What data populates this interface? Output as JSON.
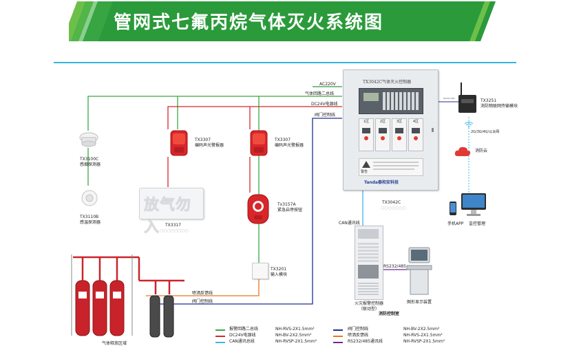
{
  "header": {
    "title": "管网式七氟丙烷气体灭火系统图"
  },
  "colors": {
    "banner_green": "#2a9a3a",
    "banner_light": "#6cc04a",
    "green_line": "#39a845",
    "red_line": "#d6262c",
    "cyan_line": "#3bb6e2",
    "blue_line": "#1d2f8f",
    "orange_line": "#e87722",
    "purple_line": "#6b2b8e",
    "rule": "#34b6e0"
  },
  "panel": {
    "name": "TX3042C气体灭火控制器",
    "zones": [
      "1区",
      "2区",
      "3区",
      "4区"
    ],
    "brand": "Tanda泰和安科技",
    "warning": "警告",
    "caption": "TX3042C"
  },
  "bus_labels": {
    "ac": "AC220V",
    "gas_bus": "气体回路二总线",
    "dc24": "DC24V电源线",
    "valve": "阀门控制线",
    "can": "CAN通讯线",
    "rs": "RS232/485",
    "feedback": "喷洒反馈线",
    "valve2": "阀门控制线"
  },
  "devices": {
    "smoke": {
      "model": "TX3100C",
      "name": "感烟探测器"
    },
    "heat": {
      "model": "TX3110B",
      "name": "感温探测器"
    },
    "alarm1": {
      "model": "TX3307",
      "name": "编码声光警报器"
    },
    "alarm2": {
      "model": "TX3307",
      "name": "编码声光警报器"
    },
    "sign": {
      "text": "放气勿入",
      "model": "TX3317"
    },
    "button": {
      "model": "Tx3157A",
      "name": "紧急启停按钮"
    },
    "input": {
      "model": "TX3201",
      "name": "输入模块"
    },
    "gateway": {
      "model": "TX3251",
      "name": "消防物联网传输模块"
    },
    "network": "2G/3G/4G/以太网",
    "cloud": "消防云",
    "app": "手机APP",
    "monitor": "监控管理",
    "fire_cab": {
      "line1": "火灾报警控制器",
      "line2": "（联动型）"
    },
    "display": "图形显示装置",
    "control_room": "消防控制室",
    "release_zone": "气体释放区域"
  },
  "legend": [
    {
      "name": "报警回路二总线",
      "cable": "NH-RVS-2X1.5mm²",
      "color": "green_line"
    },
    {
      "name": "DC24V电源线",
      "cable": "NH-BV-2X2.5mm²",
      "color": "red_line"
    },
    {
      "name": "CAN通讯总线",
      "cable": "NH-RVSP-2X1.5mm²",
      "color": "cyan_line"
    },
    {
      "name": "阀门控制线",
      "cable": "NH-BV-2X2.5mm²",
      "color": "blue_line"
    },
    {
      "name": "喷洒反馈线",
      "cable": "NH-RVS-2X1.5mm²",
      "color": "orange_line"
    },
    {
      "name": "RS232/485通讯线",
      "cable": "NH-RVSP-2X1.5mm²",
      "color": "purple_line"
    }
  ]
}
